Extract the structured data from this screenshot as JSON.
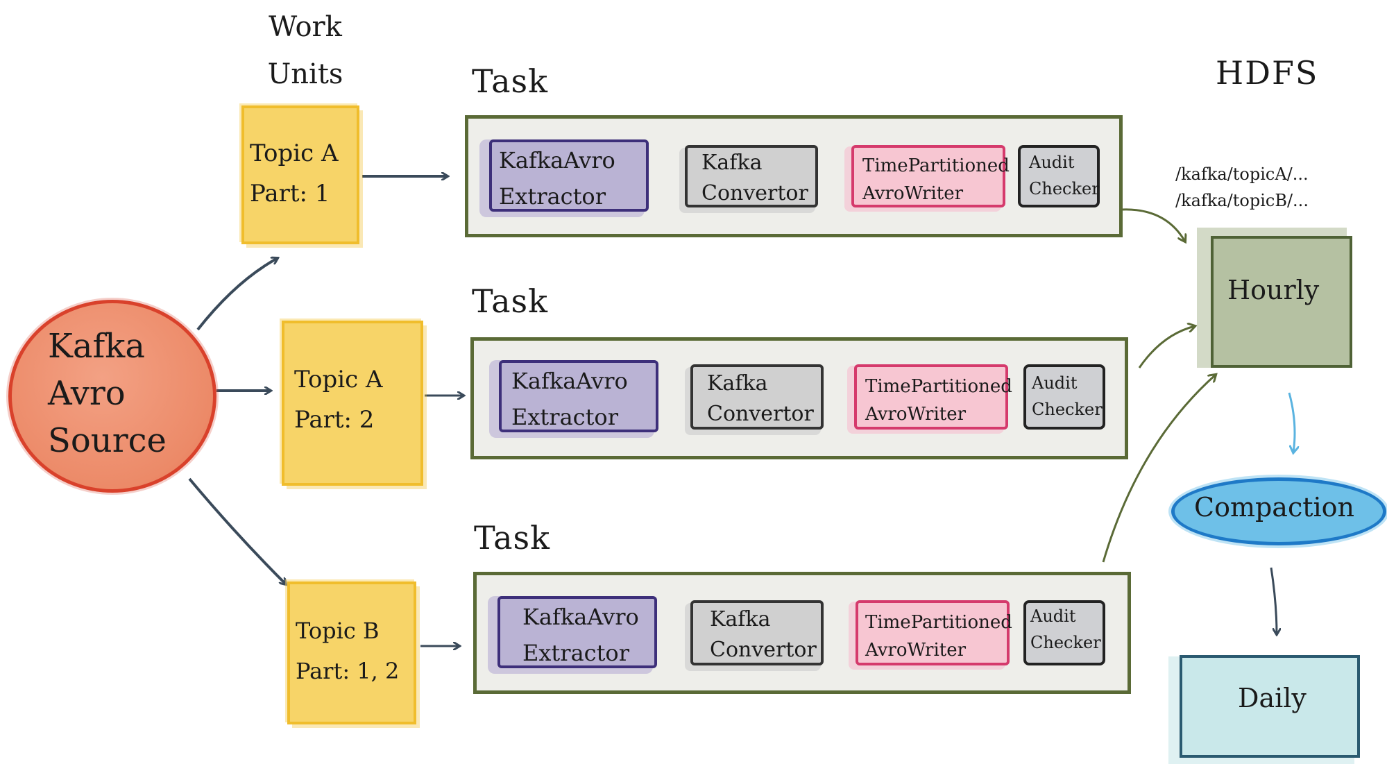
{
  "headings": {
    "work_units": [
      "Work",
      "Units"
    ],
    "task": "Task",
    "hdfs": "HDFS"
  },
  "source": {
    "lines": [
      "Kafka",
      "Avro",
      "Source"
    ]
  },
  "work_units": [
    {
      "line1": "Topic A",
      "line2": "Part: 1"
    },
    {
      "line1": "Topic A",
      "line2": "Part: 2"
    },
    {
      "line1": "Topic B",
      "line2": "Part: 1, 2"
    }
  ],
  "tasks": [
    {
      "label": "Task",
      "extractor": [
        "KafkaAvro",
        "Extractor"
      ],
      "convertor": [
        "Kafka",
        "Convertor"
      ],
      "writer": [
        "TimePartitioned",
        "AvroWriter"
      ],
      "checker": [
        "Audit",
        "Checker"
      ]
    },
    {
      "label": "Task",
      "extractor": [
        "KafkaAvro",
        "Extractor"
      ],
      "convertor": [
        "Kafka",
        "Convertor"
      ],
      "writer": [
        "TimePartitioned",
        "AvroWriter"
      ],
      "checker": [
        "Audit",
        "Checker"
      ]
    },
    {
      "label": "Task",
      "extractor": [
        "KafkaAvro",
        "Extractor"
      ],
      "convertor": [
        "Kafka",
        "Convertor"
      ],
      "writer": [
        "TimePartitioned",
        "AvroWriter"
      ],
      "checker": [
        "Audit",
        "Checker"
      ]
    }
  ],
  "hdfs": {
    "paths": [
      "/kafka/topicA/...",
      "/kafka/topicB/..."
    ],
    "hourly": "Hourly",
    "compaction": "Compaction",
    "daily": "Daily"
  },
  "colors": {
    "source_fill": "#ec8a68",
    "source_stroke": "#d9412b",
    "work_unit_fill": "#f7d468",
    "task_stroke": "#5a6a36",
    "extractor_fill": "#bab3d4",
    "writer_fill": "#f7c6d2",
    "hourly_fill": "#b5c1a2",
    "compaction_fill": "#6ec0e8",
    "daily_fill": "#c9e8ea",
    "arrow_dark": "#3a4a5a",
    "arrow_green": "#5a6a36",
    "arrow_blue": "#5ab3e0"
  }
}
